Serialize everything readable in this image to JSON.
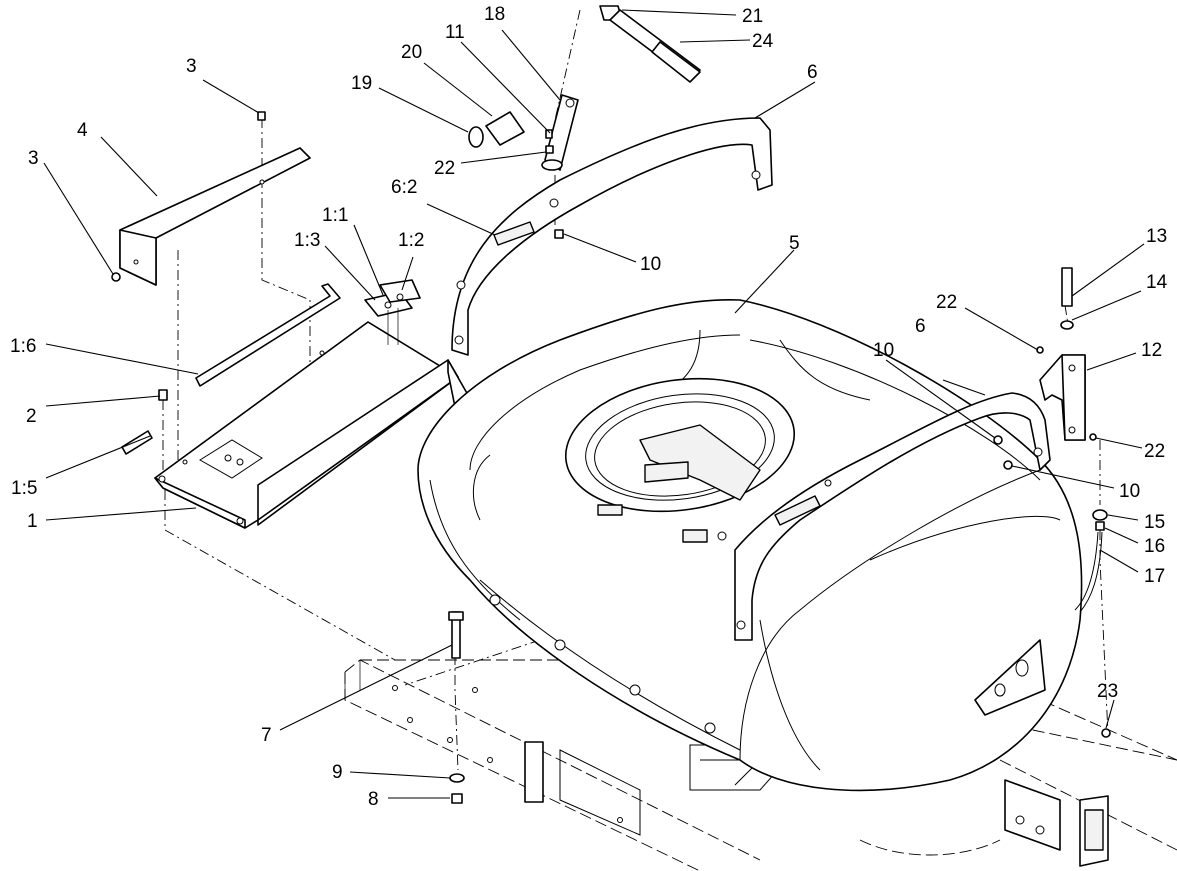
{
  "callouts": [
    "1",
    "1:1",
    "1:2",
    "1:3",
    "1:5",
    "1:6",
    "2",
    "3",
    "3",
    "4",
    "5",
    "6",
    "6",
    "6:2",
    "7",
    "8",
    "9",
    "10",
    "10",
    "10",
    "11",
    "12",
    "13",
    "14",
    "15",
    "16",
    "17",
    "18",
    "19",
    "20",
    "21",
    "22",
    "22",
    "22",
    "23",
    "24"
  ]
}
